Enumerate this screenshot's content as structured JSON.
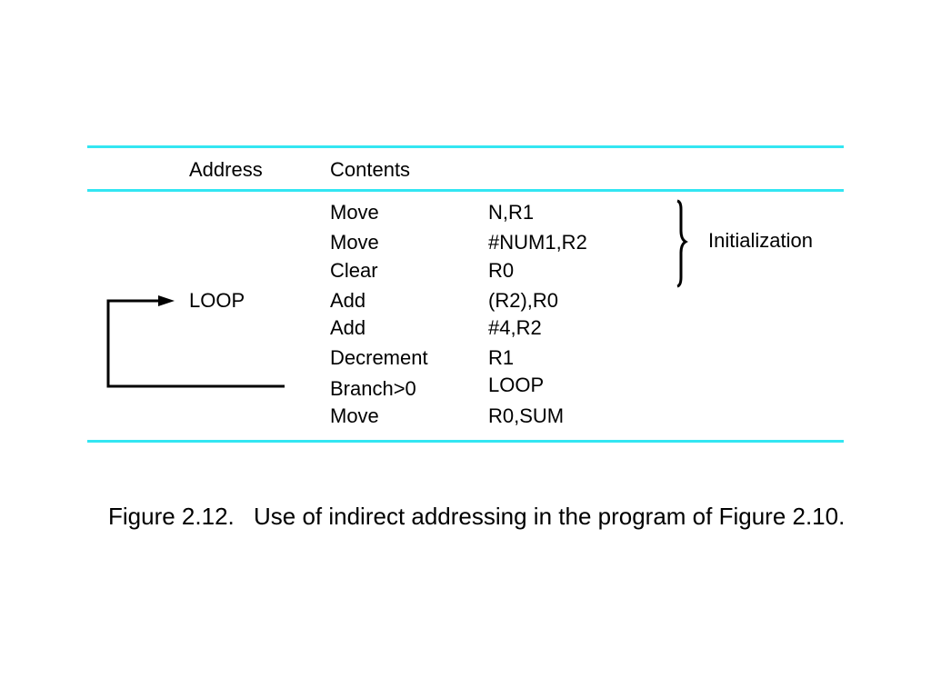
{
  "table": {
    "headers": {
      "address": "Address",
      "contents": "Contents"
    },
    "rows": [
      {
        "label": "",
        "op": "Move",
        "operand": "N,R1"
      },
      {
        "label": "",
        "op": "Move",
        "operand": "#NUM1,R2"
      },
      {
        "label": "",
        "op": "Clear",
        "operand": "R0"
      },
      {
        "label": "LOOP",
        "op": "Add",
        "operand": "(R2),R0"
      },
      {
        "label": "",
        "op": "Add",
        "operand": "#4,R2"
      },
      {
        "label": "",
        "op": "Decrement",
        "operand": "R1"
      },
      {
        "label": "",
        "op": "Branch>0",
        "operand": "LOOP"
      },
      {
        "label": "",
        "op": "Move",
        "operand": "R0,SUM"
      }
    ],
    "annotation": "Initialization"
  },
  "caption": {
    "number": "Figure 2.12.",
    "text": "Use of indirect addressing in the program of Figure 2.10."
  },
  "colors": {
    "rule": "#33e6f2",
    "text": "#000000"
  }
}
